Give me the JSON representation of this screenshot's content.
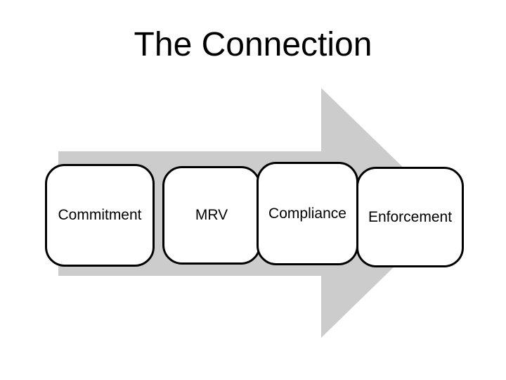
{
  "slide_title": "The Connection",
  "arrow": {
    "direction": "right",
    "color": "#cccccc"
  },
  "stages": [
    {
      "label": "Commitment"
    },
    {
      "label": "MRV"
    },
    {
      "label": "Compliance"
    },
    {
      "label": "Enforcement"
    }
  ],
  "colors": {
    "background": "#ffffff",
    "box_fill": "#ffffff",
    "box_border": "#000000",
    "title_text": "#000000"
  }
}
